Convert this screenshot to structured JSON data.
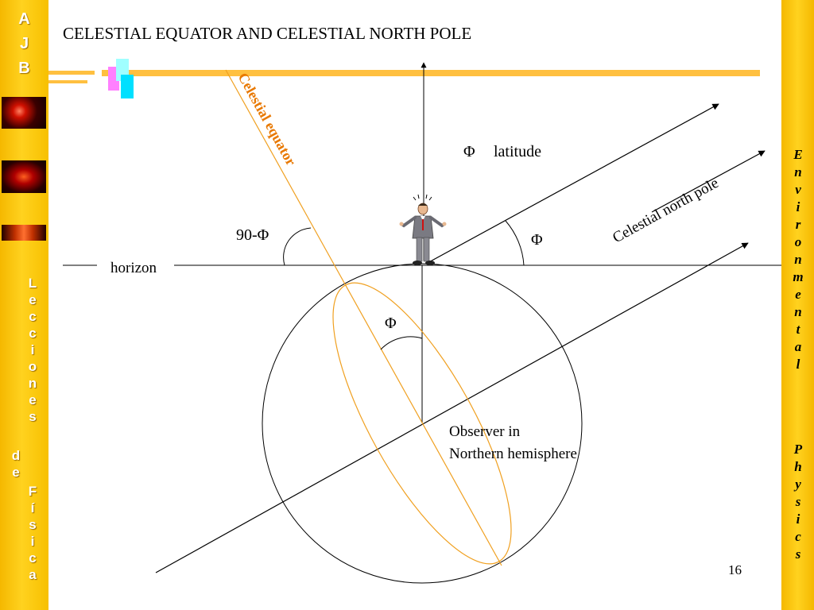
{
  "title": "CELESTIAL EQUATOR AND CELESTIAL NORTH POLE",
  "sidebar_left": {
    "logo_letters": [
      "A",
      "J",
      "B"
    ],
    "series_lines": [
      [
        "L",
        "e",
        "c",
        "c",
        "i",
        "o",
        "n",
        "e",
        "s"
      ],
      [
        "d",
        "e"
      ],
      [
        "F",
        "í",
        "s",
        "i",
        "c",
        "a"
      ]
    ]
  },
  "sidebar_right": {
    "lines": [
      [
        "E",
        "n",
        "v",
        "i",
        "r",
        "o",
        "n",
        "m",
        "e",
        "n",
        "t",
        "a",
        "l"
      ],
      [
        "P",
        "h",
        "y",
        "s",
        "i",
        "c",
        "s"
      ]
    ]
  },
  "diagram": {
    "celestial_equator_label": "Celestial equator",
    "celestial_north_pole_label": "Celestial north pole",
    "latitude_symbol": "Φ",
    "latitude_label": "latitude",
    "complement_angle_label": "90-Φ",
    "pole_angle_label": "Φ",
    "center_angle_label": "Φ",
    "horizon_label": "horizon",
    "observer_label_line1": "Observer in",
    "observer_label_line2": "Northern hemisphere"
  },
  "page_number": "16",
  "colors": {
    "bar_yellow": "#f7c200",
    "deco_orange": "#ffc040",
    "equator_orange": "#f0a020",
    "equator_label": "#e87800"
  }
}
